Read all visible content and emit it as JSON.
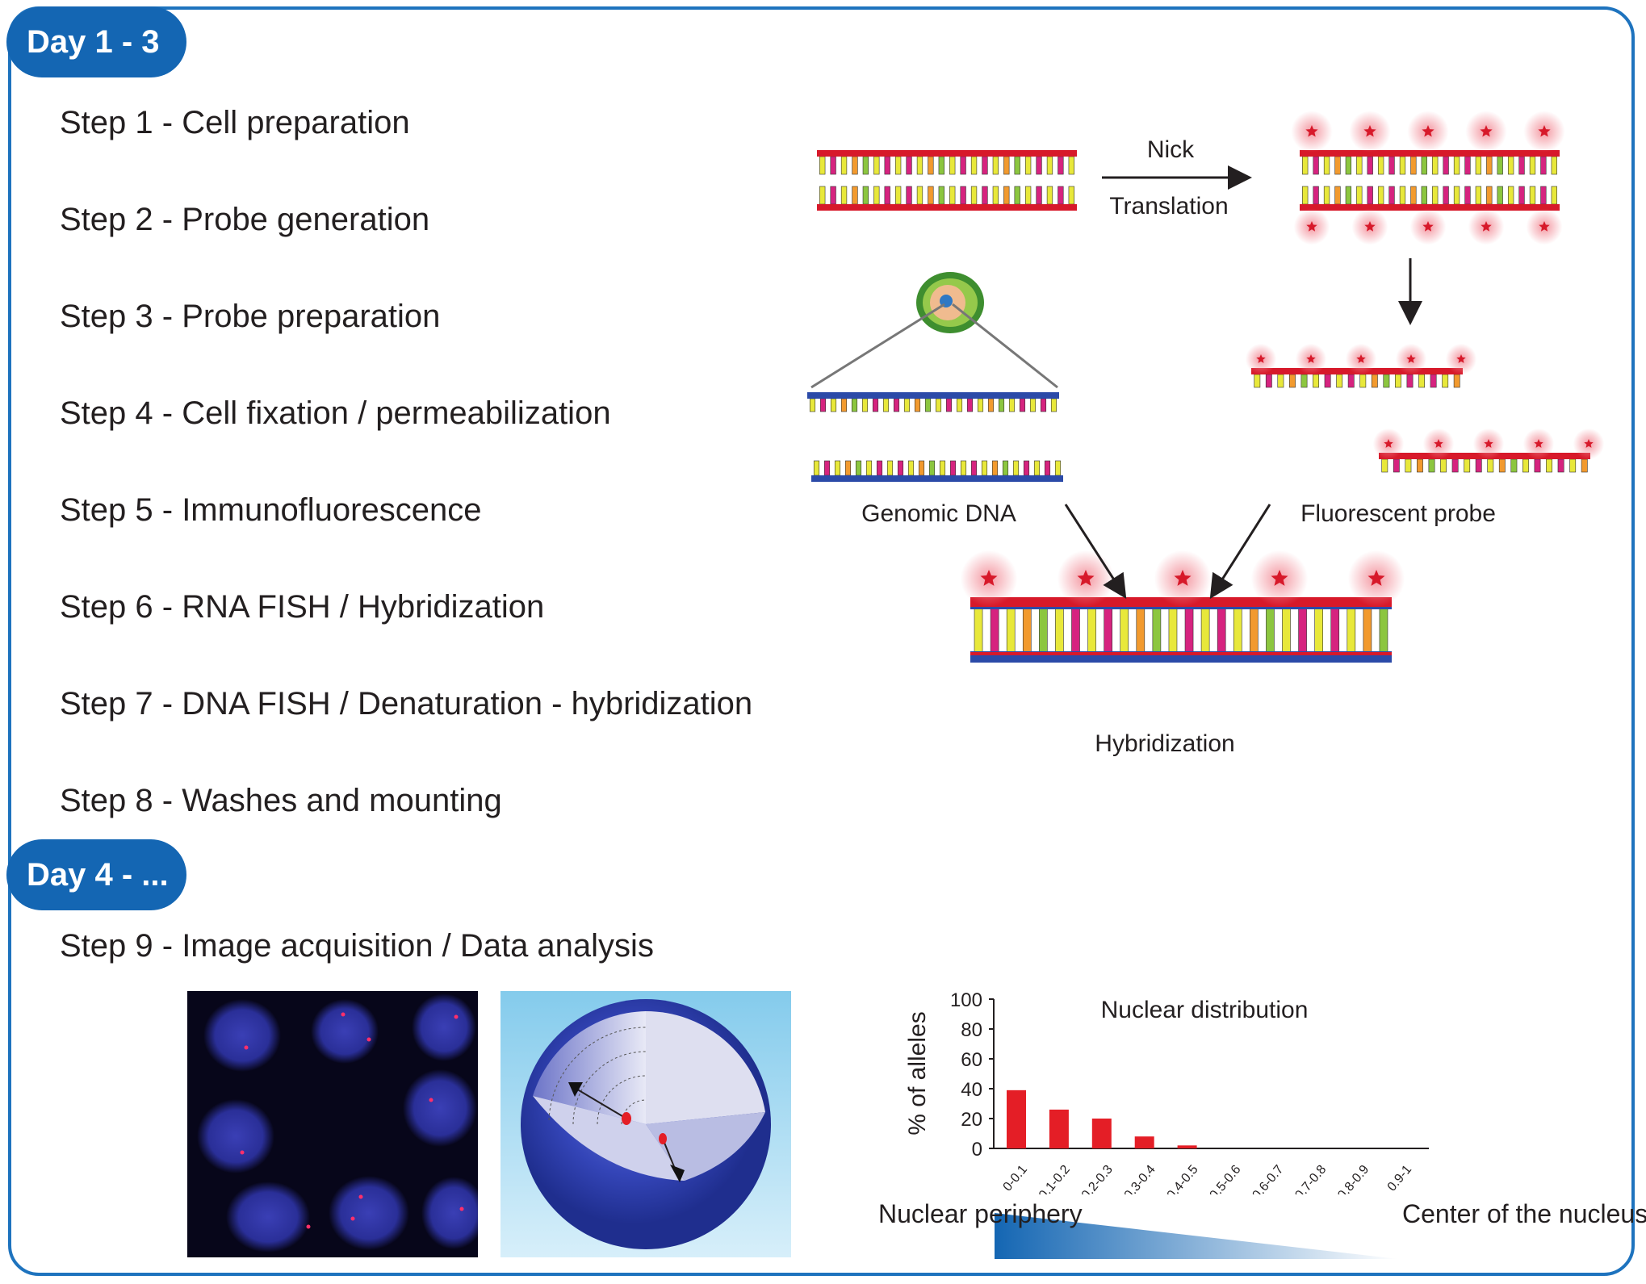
{
  "phases": [
    {
      "label": "Day 1 - 3"
    },
    {
      "label": "Day 4 - ..."
    }
  ],
  "steps": [
    "Step 1 - Cell preparation",
    "Step 2 - Probe generation",
    "Step 3 - Probe preparation",
    "Step 4 - Cell fixation / permeabilization",
    "Step 5 - Immunofluorescence",
    "Step 6 - RNA FISH / Hybridization",
    "Step 7 - DNA FISH / Denaturation - hybridization",
    "Step 8 - Washes and mounting",
    "Step 9 - Image acquisition / Data analysis"
  ],
  "probe_diagram": {
    "nick_label": "Nick",
    "translation_label": "Translation",
    "genomic_label": "Genomic DNA",
    "probe_label": "Fluorescent probe",
    "hybridization_label": "Hybridization"
  },
  "colors": {
    "accent_blue": "#1466b3",
    "strand_red": "#d7192a",
    "strand_blue": "#2b4aa8",
    "base_yellow": "#e8e83a",
    "base_magenta": "#d6237f",
    "base_orange": "#f29a2e",
    "base_green": "#8cc63f",
    "bar_red": "#e41e26"
  },
  "gradient_labels": {
    "left": "Nuclear periphery",
    "right": "Center of the nucleus"
  },
  "chart_data": {
    "type": "bar",
    "title": "Nuclear distribution",
    "ylabel": "% of alleles",
    "xlabel": "",
    "categories": [
      "0-0.1",
      "0.1-0.2",
      "0.2-0.3",
      "0.3-0.4",
      "0.4-0.5",
      "0.5-0.6",
      "0.6-0.7",
      "0.7-0.8",
      "0.8-0.9",
      "0.9-1"
    ],
    "values": [
      39,
      26,
      20,
      8,
      2,
      0,
      0,
      0,
      0,
      0
    ],
    "ylim": [
      0,
      100
    ],
    "yticks": [
      0,
      20,
      40,
      60,
      80,
      100
    ],
    "grid": false,
    "legend": "none"
  }
}
